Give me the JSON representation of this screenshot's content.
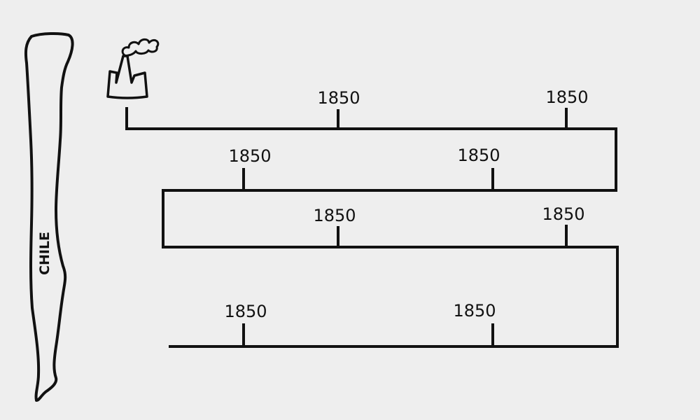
{
  "map": {
    "label": "CHILE",
    "icon": "chile-map-outline"
  },
  "factory": {
    "icon": "factory-icon"
  },
  "timeline": {
    "rows": [
      {
        "labels": [
          "1850",
          "1850"
        ]
      },
      {
        "labels": [
          "1850",
          "1850"
        ]
      },
      {
        "labels": [
          "1850",
          "1850"
        ]
      },
      {
        "labels": [
          "1850",
          "1850"
        ]
      }
    ]
  },
  "colors": {
    "background": "#eeeeee",
    "ink": "#111111"
  }
}
